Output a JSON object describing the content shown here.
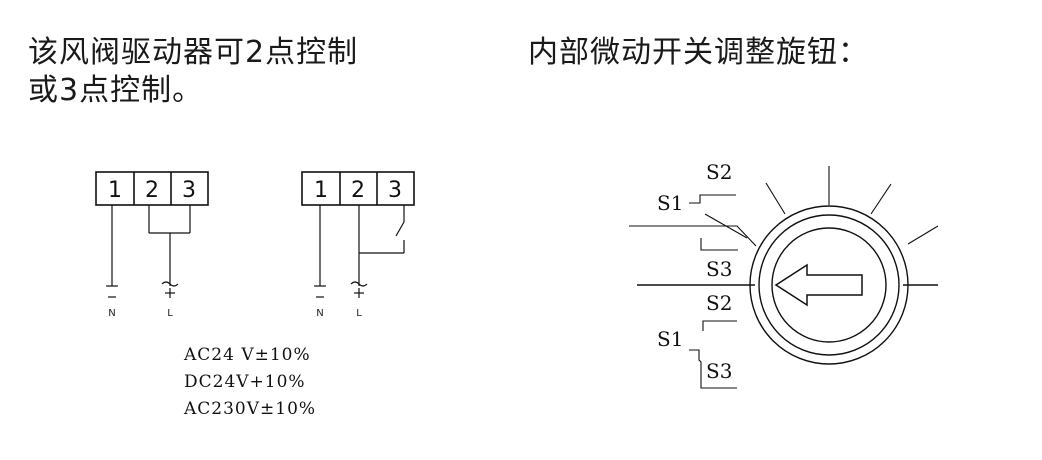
{
  "left_heading": {
    "line1": "该风阀驱动器可2点控制",
    "line2": "或3点控制。"
  },
  "right_heading": "内部微动开关调整旋钮：",
  "terminal_block_1": {
    "labels": [
      "1",
      "2",
      "3"
    ]
  },
  "terminal_block_2": {
    "labels": [
      "1",
      "2",
      "3"
    ]
  },
  "wiring_1": {
    "neutral_label": "N",
    "line_label": "L"
  },
  "wiring_2": {
    "neutral_label": "N",
    "line_label": "L"
  },
  "voltages": [
    "AC24 V±10%",
    "DC24V+10%",
    "AC230V±10%"
  ],
  "switch_labels": {
    "upper_s2": "S2",
    "upper_s1": "S1",
    "upper_s3": "S3",
    "lower_s2": "S2",
    "lower_s1": "S1",
    "lower_s3": "S3"
  }
}
